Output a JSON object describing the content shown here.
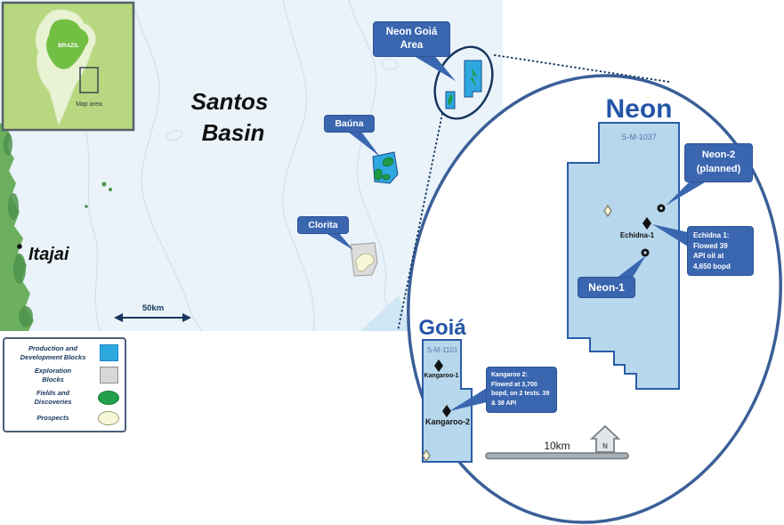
{
  "inset_map": {
    "country_label": "BRAZIL",
    "map_area_label": "Map area"
  },
  "main_map": {
    "basin_label_line1": "Santos",
    "basin_label_line2": "Basin",
    "city_label": "Itajai",
    "scale_label": "50km",
    "neon_goia_callout_line1": "Neon Goiá",
    "neon_goia_callout_line2": "Area",
    "bauna_callout": "Baúna",
    "clorita_callout": "Clorita"
  },
  "legend": {
    "items": [
      {
        "line1": "Production and",
        "line2": "Development Blocks",
        "swatch": "blue-square"
      },
      {
        "line1": "Exploration",
        "line2": "Blocks",
        "swatch": "gray-square"
      },
      {
        "line1": "Fields and",
        "line2": "Discoveries",
        "swatch": "green-ellipse"
      },
      {
        "line1": "Prospects",
        "line2": "",
        "swatch": "yellow-ellipse"
      }
    ]
  },
  "detail_view": {
    "neon_title": "Neon",
    "neon_block_id": "S-M-1037",
    "goia_title": "Goiá",
    "goia_block_id": "S-M-1101",
    "well_labels": {
      "echidna": "Echidna-1",
      "kangaroo1": "Kangaroo-1",
      "kangaroo2": "Kangaroo-2"
    },
    "neon2_callout_line1": "Neon-2",
    "neon2_callout_line2": "(planned)",
    "neon1_callout": "Neon-1",
    "echidna_callout_lines": [
      "Echidna 1:",
      "Flowed 39",
      "API oil at",
      "4,650 bopd"
    ],
    "kangaroo2_callout_lines": [
      "Kangaroo 2:",
      "Flowed at 3,700",
      "bopd, on 2 tests. 39",
      "& 38 API"
    ],
    "scale_label": "10km",
    "north_label": "N"
  },
  "colors": {
    "callout_blue": "#3a66b0",
    "detail_block_fill": "#b6d7ec",
    "detail_block_border": "#2b5ca8",
    "production_block_blue": "#2fa8e0",
    "exploration_block_gray": "#d8d8d8",
    "field_green": "#21a049",
    "prospect_yellow": "#f7f8d8",
    "sea": "#e9f3f9",
    "land_green": "#6caf5f",
    "title_blue": "#2456a8",
    "ellipse_stroke": "#3a5f98"
  }
}
